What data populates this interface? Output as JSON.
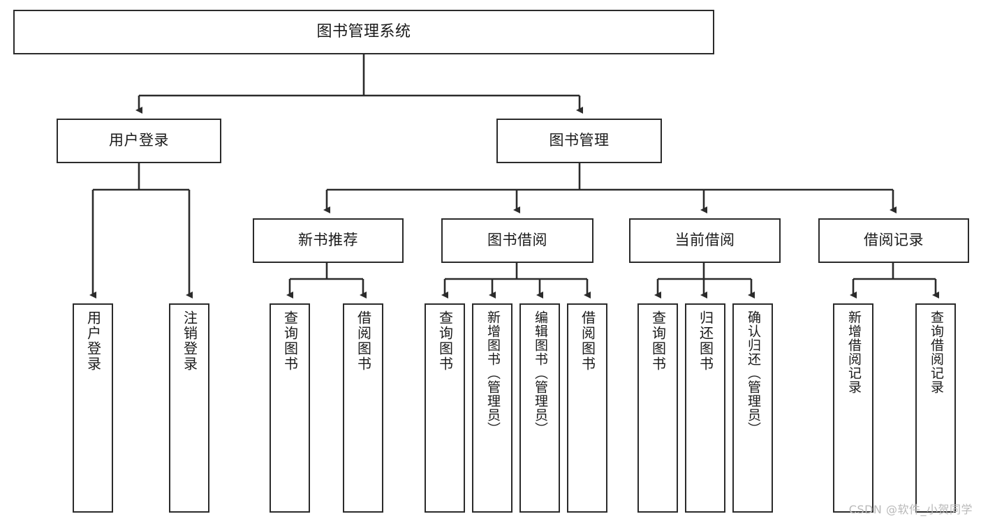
{
  "diagram": {
    "title": "图书管理系统",
    "type": "tree-hierarchy-chart",
    "colors": {
      "stroke": "#2b2b2b",
      "fill": "#ffffff",
      "text": "#1a1a1a",
      "watermark": "#b9b9b9"
    },
    "watermark": "CSDN @软件_小贺同学",
    "levels": {
      "root": {
        "label": "图书管理系统"
      },
      "level2": [
        {
          "id": "user-login",
          "label": "用户登录"
        },
        {
          "id": "book-management",
          "label": "图书管理"
        }
      ],
      "level3": [
        {
          "id": "new-book-recommend",
          "label": "新书推荐",
          "parent": "book-management"
        },
        {
          "id": "book-borrow",
          "label": "图书借阅",
          "parent": "book-management"
        },
        {
          "id": "current-borrow",
          "label": "当前借阅",
          "parent": "book-management"
        },
        {
          "id": "borrow-record",
          "label": "借阅记录",
          "parent": "book-management"
        }
      ],
      "leaves": [
        {
          "id": "leaf-user-login",
          "label": "用户登录",
          "parent": "user-login"
        },
        {
          "id": "leaf-logout-login",
          "label": "注销登录",
          "parent": "user-login"
        },
        {
          "id": "leaf-query-book-1",
          "label": "查询图书",
          "parent": "new-book-recommend"
        },
        {
          "id": "leaf-borrow-book-1",
          "label": "借阅图书",
          "parent": "new-book-recommend"
        },
        {
          "id": "leaf-query-book-2",
          "label": "查询图书",
          "parent": "book-borrow"
        },
        {
          "id": "leaf-add-book",
          "label": "新增图书（管理员）",
          "parent": "book-borrow"
        },
        {
          "id": "leaf-edit-book",
          "label": "编辑图书（管理员）",
          "parent": "book-borrow"
        },
        {
          "id": "leaf-borrow-book-2",
          "label": "借阅图书",
          "parent": "book-borrow"
        },
        {
          "id": "leaf-query-book-3",
          "label": "查询图书",
          "parent": "current-borrow"
        },
        {
          "id": "leaf-return-book",
          "label": "归还图书",
          "parent": "current-borrow"
        },
        {
          "id": "leaf-confirm-return",
          "label": "确认归还（管理员）",
          "parent": "current-borrow"
        },
        {
          "id": "leaf-add-record",
          "label": "新增借阅记录",
          "parent": "borrow-record"
        },
        {
          "id": "leaf-query-record",
          "label": "查询借阅记录",
          "parent": "borrow-record"
        }
      ]
    }
  }
}
